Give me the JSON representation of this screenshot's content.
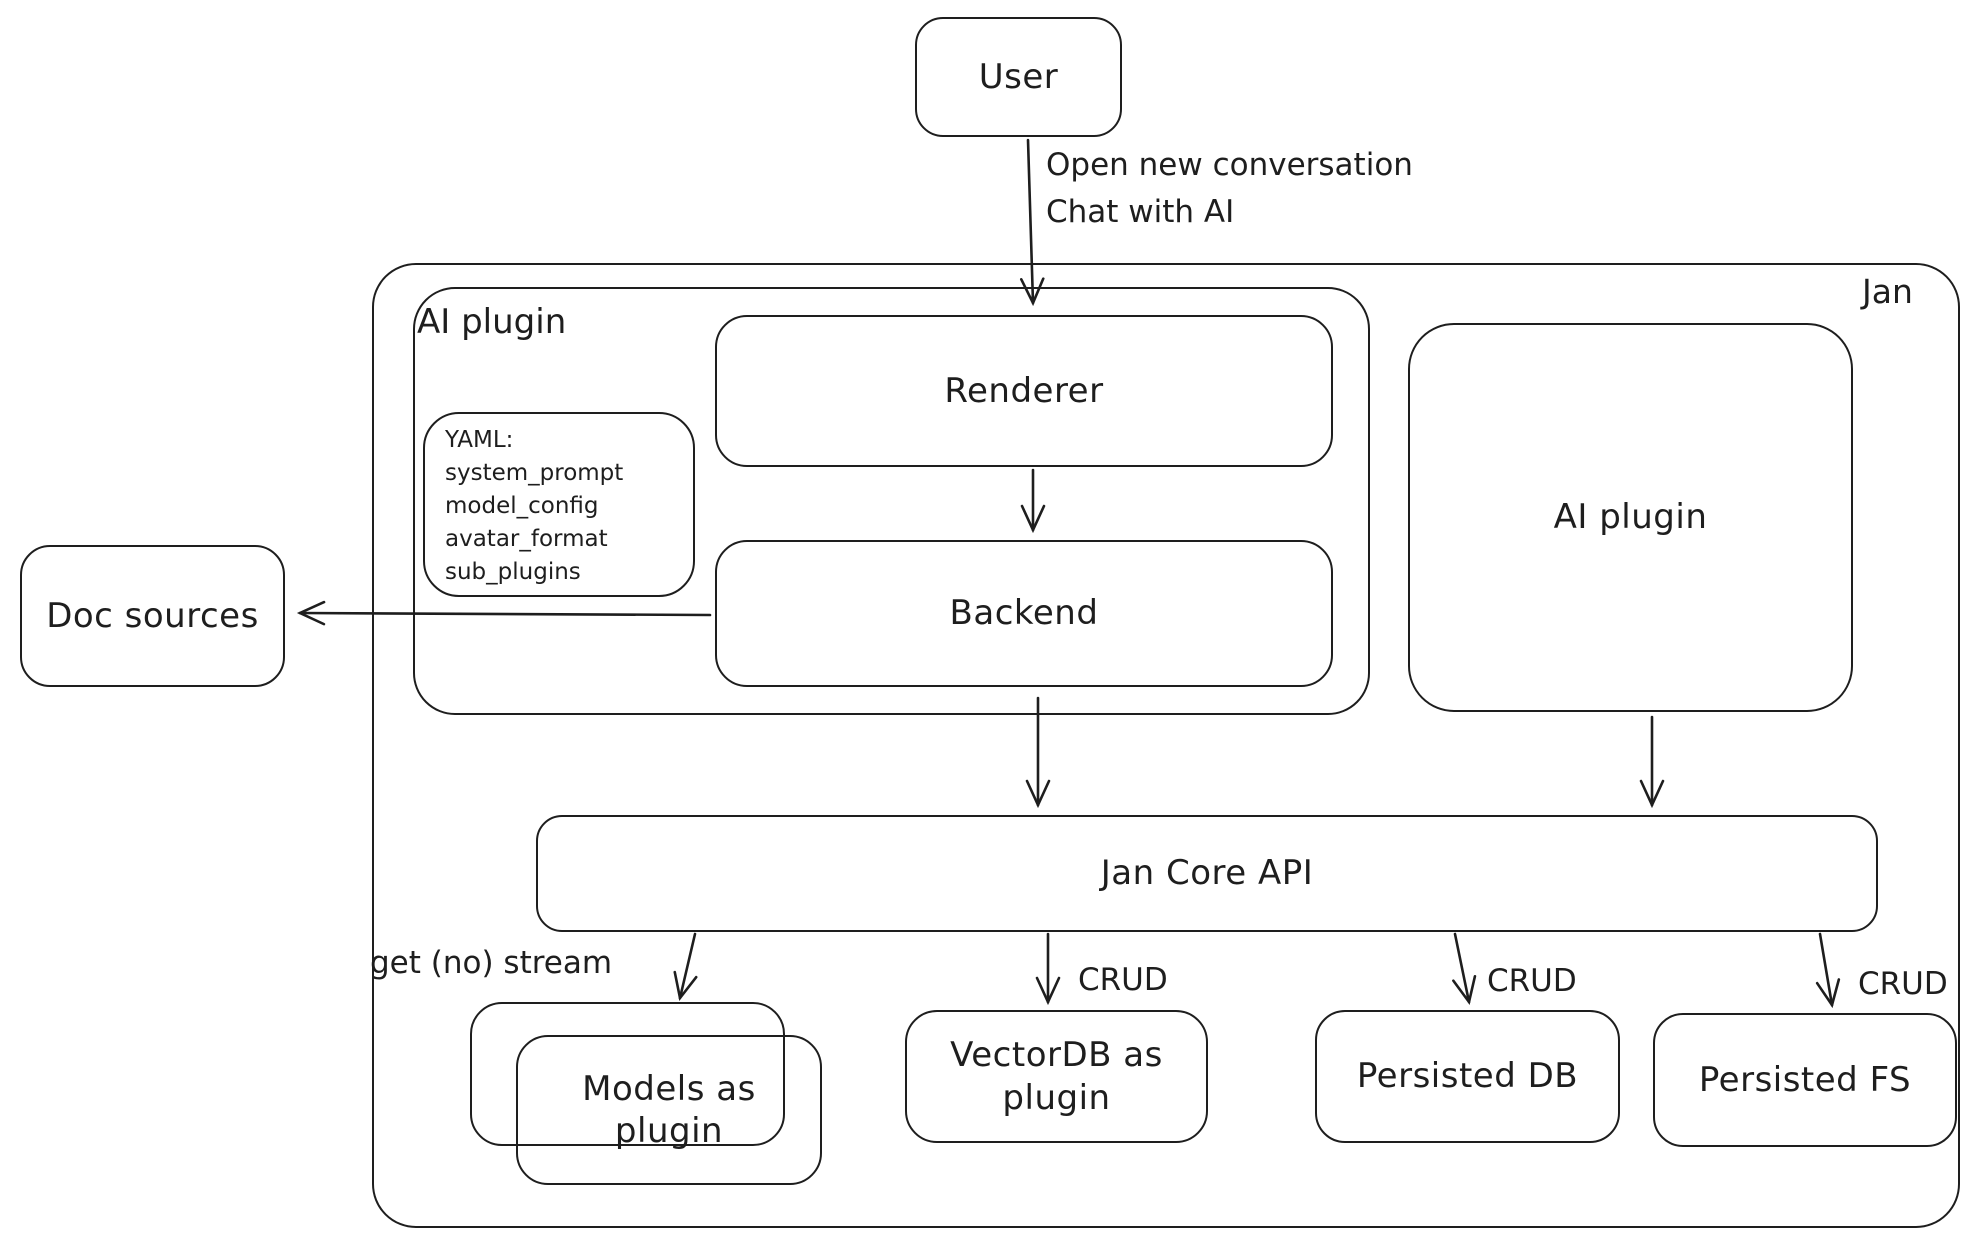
{
  "canvas": {
    "background": "#ffffff",
    "stroke_color": "#1e1e1e"
  },
  "outer_group": {
    "label": "Jan"
  },
  "nodes": {
    "user": {
      "label": "User"
    },
    "ai_plugin_group": {
      "label": "AI plugin"
    },
    "yaml_note": {
      "lines": [
        "YAML:",
        "system_prompt",
        "model_config",
        "avatar_format",
        "sub_plugins"
      ]
    },
    "renderer": {
      "label": "Renderer"
    },
    "backend": {
      "label": "Backend"
    },
    "ai_plugin_right": {
      "label": "AI plugin"
    },
    "doc_sources": {
      "label": "Doc sources"
    },
    "jan_core_api": {
      "label": "Jan Core API"
    },
    "models_as_plugin": {
      "label": "Models as plugin"
    },
    "vectordb_as_plugin": {
      "label": "VectorDB as plugin"
    },
    "persisted_db": {
      "label": "Persisted DB"
    },
    "persisted_fs": {
      "label": "Persisted FS"
    }
  },
  "edges": {
    "user_to_renderer": {
      "label_line1": "Open new conversation",
      "label_line2": "Chat with AI"
    },
    "jan_core_to_models": {
      "label": "get (no) stream"
    },
    "jan_core_to_vectordb": {
      "label": "CRUD"
    },
    "jan_core_to_persisted_db": {
      "label": "CRUD"
    },
    "jan_core_to_persisted_fs": {
      "label": "CRUD"
    }
  }
}
